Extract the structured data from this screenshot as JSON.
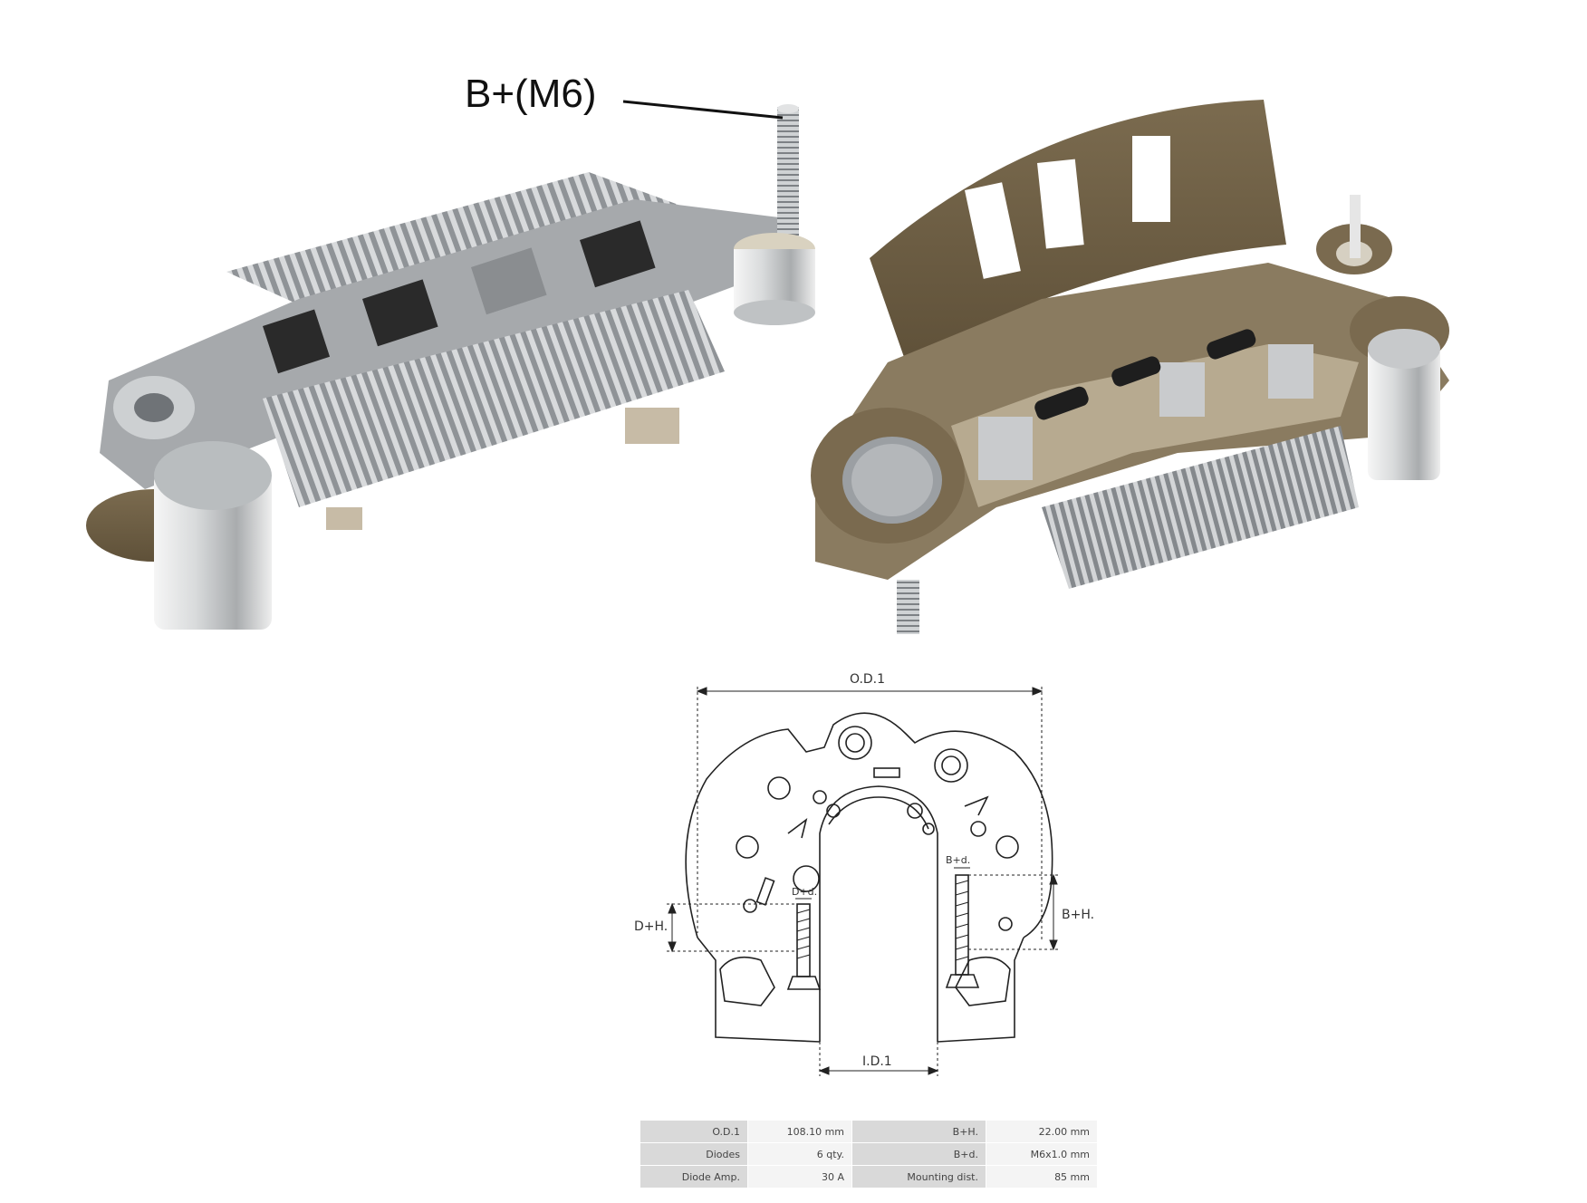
{
  "callout": {
    "label": "B+(M6)"
  },
  "diagram": {
    "od_label": "O.D.1",
    "id_label": "I.D.1",
    "dh_label": "D+H.",
    "dd_label": "D+d.",
    "bh_label": "B+H.",
    "bd_label": "B+d."
  },
  "specs": {
    "rows": [
      {
        "label1": "O.D.1",
        "value1": "108.10 mm",
        "label2": "B+H.",
        "value2": "22.00 mm"
      },
      {
        "label1": "Diodes",
        "value1": "6 qty.",
        "label2": "B+d.",
        "value2": "M6x1.0 mm"
      },
      {
        "label1": "Diode Amp.",
        "value1": "30 A",
        "label2": "Mounting dist.",
        "value2": "85 mm"
      }
    ]
  },
  "colors": {
    "metal": "#b9bcbf",
    "plastic": "#7a6a4f",
    "plastic_light": "#b7aa90",
    "line": "#222222"
  }
}
